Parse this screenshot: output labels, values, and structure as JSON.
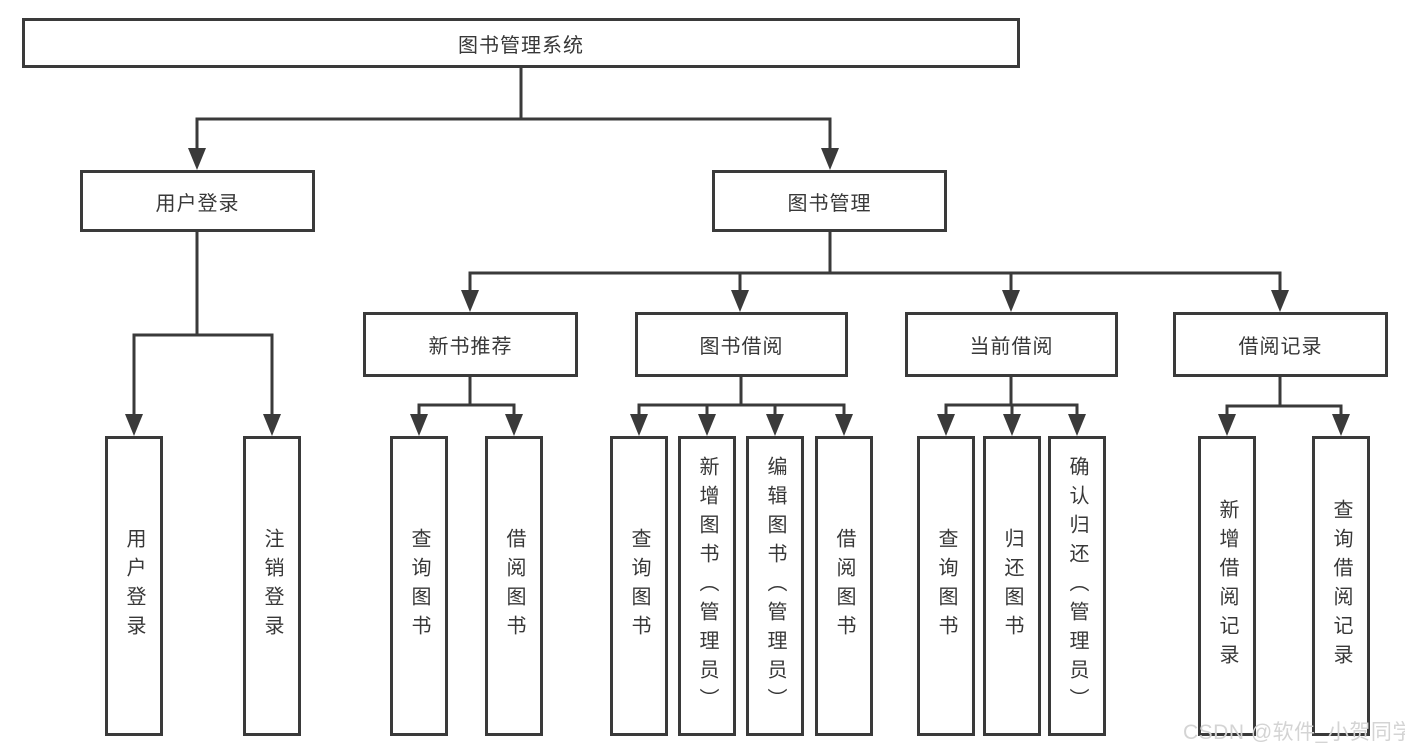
{
  "colors": {
    "line": "#3a3a3a",
    "text": "#383838",
    "box_background": "#ffffff",
    "watermark": "#d4d4d4"
  },
  "root": {
    "label": "图书管理系统"
  },
  "level1": [
    {
      "label": "用户登录"
    },
    {
      "label": "图书管理"
    }
  ],
  "level2": [
    {
      "label": "新书推荐"
    },
    {
      "label": "图书借阅"
    },
    {
      "label": "当前借阅"
    },
    {
      "label": "借阅记录"
    }
  ],
  "leaves": [
    {
      "label": "用户登录"
    },
    {
      "label": "注销登录"
    },
    {
      "label": "查询图书"
    },
    {
      "label": "借阅图书"
    },
    {
      "label": "查询图书"
    },
    {
      "label": "新增图书（管理员）"
    },
    {
      "label": "编辑图书（管理员）"
    },
    {
      "label": "借阅图书"
    },
    {
      "label": "查询图书"
    },
    {
      "label": "归还图书"
    },
    {
      "label": "确认归还（管理员）"
    },
    {
      "label": "新增借阅记录"
    },
    {
      "label": "查询借阅记录"
    }
  ],
  "watermark": "CSDN @软件_小贺同学"
}
